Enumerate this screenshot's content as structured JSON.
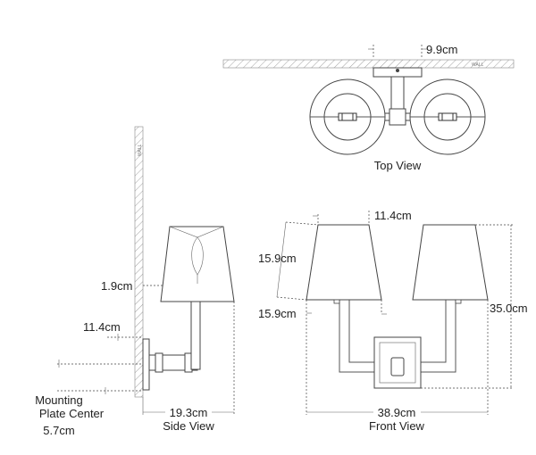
{
  "labels": {
    "top_width": "9.9cm",
    "wall_tag_top": "WALL",
    "wall_tag_side": "WALL",
    "top_view": "Top View",
    "shade_top": "11.4cm",
    "shade_height": "15.9cm",
    "arm_drop": "15.9cm",
    "overall_height": "35.0cm",
    "side_offset": "1.9cm",
    "plate_dim": "11.4cm",
    "mounting_line1": "Mounting",
    "mounting_line2": "Plate Center",
    "mounting_value": "5.7cm",
    "side_depth": "19.3cm",
    "side_view": "Side View",
    "front_width": "38.9cm",
    "front_view": "Front View"
  }
}
